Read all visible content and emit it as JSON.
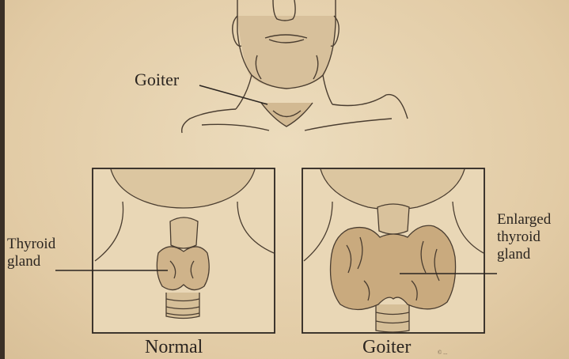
{
  "labels": {
    "top_goiter": "Goiter",
    "thyroid_line1": "Thyroid",
    "thyroid_line2": "gland",
    "enlarged_line1": "Enlarged",
    "enlarged_line2": "thyroid",
    "enlarged_line3": "gland"
  },
  "captions": {
    "left": "Normal",
    "right": "Goiter"
  },
  "credit": "© ...",
  "colors": {
    "background": "#e6d2b0",
    "ink": "#2b2520"
  }
}
